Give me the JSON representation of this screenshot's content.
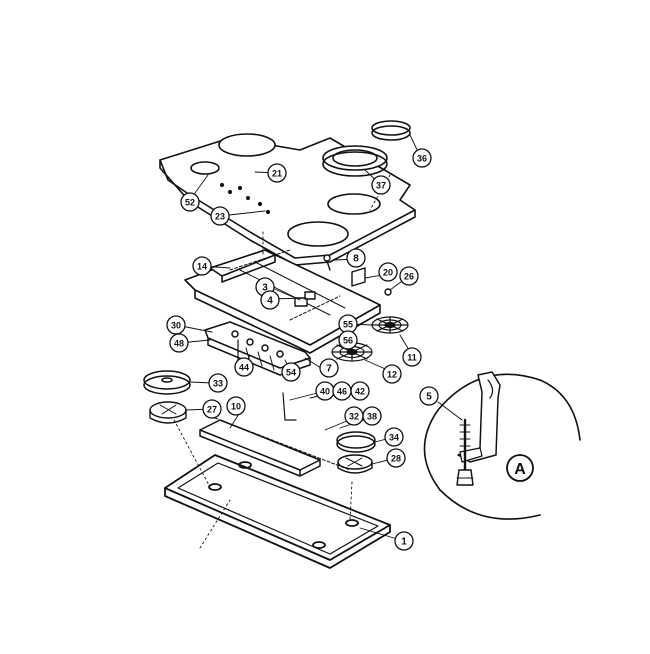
{
  "diagram": {
    "callouts": [
      "1",
      "3",
      "4",
      "5",
      "7",
      "8",
      "10",
      "11",
      "12",
      "14",
      "20",
      "21",
      "23",
      "26",
      "27",
      "28",
      "30",
      "32",
      "33",
      "34",
      "36",
      "37",
      "38",
      "40",
      "42",
      "44",
      "46",
      "48",
      "52",
      "54",
      "55",
      "56"
    ],
    "detail_label": "A"
  }
}
